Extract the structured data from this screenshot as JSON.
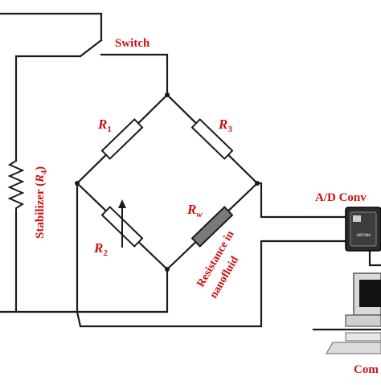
{
  "labels": {
    "switch": "Switch",
    "stabilizer_prefix": "Stabilizer (",
    "stabilizer_r": "R",
    "stabilizer_sub": "4",
    "stabilizer_suffix": ")",
    "r1": "R",
    "r1_sub": "1",
    "r2": "R",
    "r2_sub": "2",
    "r3": "R",
    "r3_sub": "3",
    "rw": "R",
    "rw_sub": "w",
    "nanofluid_line1": "Resistance in",
    "nanofluid_line2": "nanofluid",
    "ad_converter": "A/D Conv",
    "computer": "Com",
    "chip_text": "AD7284"
  },
  "colors": {
    "wire": "#1a1a1a",
    "label": "#cc1111",
    "resistor_fill": "#ffffff",
    "rw_fill": "#7a7a7a",
    "chip_body": "#2b2b2b",
    "computer_body": "#d9d9d9"
  }
}
